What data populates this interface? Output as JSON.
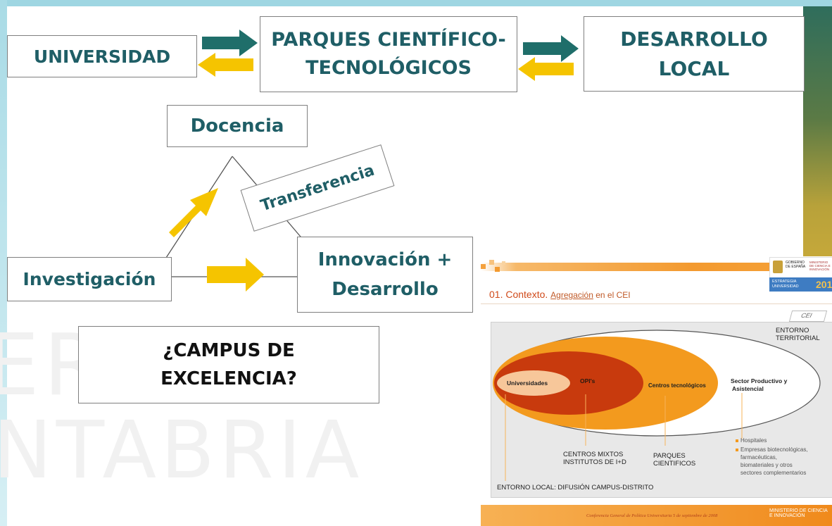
{
  "diagram": {
    "top_row": {
      "universidad": "UNIVERSIDAD",
      "parques_line1": "PARQUES CIENTÍFICO-",
      "parques_line2": "TECNOLÓGICOS",
      "desarrollo_line1": "DESARROLLO",
      "desarrollo_line2": "LOCAL"
    },
    "triangle": {
      "docencia": "Docencia",
      "transferencia": "Transferencia",
      "investigacion": "Investigación",
      "innovacion_line1": "Innovación +",
      "innovacion_line2": "Desarrollo"
    },
    "question_line1": "¿CAMPUS DE",
    "question_line2": "EXCELENCIA?"
  },
  "watermark": {
    "line1": "ERS",
    "line2": "NTABRIA"
  },
  "inset_slide": {
    "title_prefix": "01. Contexto.",
    "title_agg": "Agregación",
    "title_suffix": " en el CEI",
    "tag": "CEI",
    "gov_top": "GOBIERNO DE ESPAÑA",
    "gov_ministry": "MINISTERIO DE CIENCIA E INNOVACIÓN",
    "estrategia": "ESTRATEGIA UNIVERSIDAD",
    "estrategia_year": "201",
    "entorno_territorial_1": "ENTORNO",
    "entorno_territorial_2": "TERRITORIAL",
    "universidades": "Universidades",
    "opis": "OPI's",
    "centros_tecnologicos": "Centros tecnológicos",
    "sector_1": "Sector Productivo y",
    "sector_2": "Asistencial",
    "centros_mixtos_1": "CENTROS MIXTOS",
    "centros_mixtos_2": "INSTITUTOS DE I+D",
    "parques_1": "PARQUES",
    "parques_2": "CIENTIFICOS",
    "hospitales": "Hospitales",
    "empresas_1": "Empresas biotecnológicas,",
    "empresas_2": "farmacéuticas,",
    "empresas_3": "biomateriales y otros",
    "empresas_4": "sectores complementarios",
    "entorno_local": "ENTORNO LOCAL: DIFUSIÓN CAMPUS-DISTRITO",
    "footer_conf": "Conferencia General de Política Universitaria 5 de septiembre de 2008",
    "footer_ministry": "MINISTERIO DE CIENCIA E INNOVACIÓN"
  },
  "colors": {
    "teal_arrow": "#1f6e6a",
    "yellow_arrow": "#f5c400",
    "box_text": "#1f5e66"
  }
}
